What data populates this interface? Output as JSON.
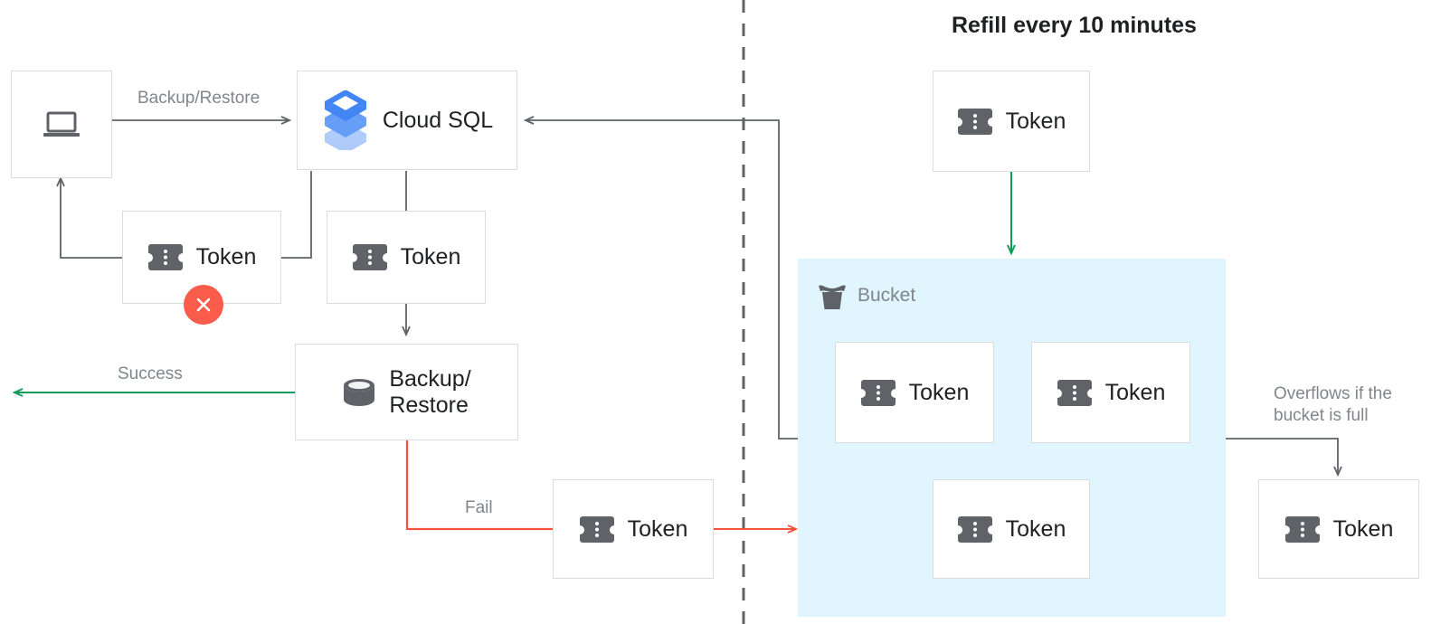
{
  "title": "Refill every 10 minutes",
  "colors": {
    "token_gray": "#5f6368",
    "box_border": "#dadce0",
    "arrow_gray": "#5f6368",
    "arrow_green": "#0f9d58",
    "arrow_red": "#f4523b",
    "bucket_fill": "#e1f5fe",
    "label_gray": "#80868b",
    "text_dark": "#202124",
    "fail_badge": "#fa5c4b",
    "cloudsql_blue_dark": "#4285f4",
    "cloudsql_blue_mid": "#669df6",
    "cloudsql_blue_light": "#aecbfa"
  },
  "nodes": {
    "client": {
      "label": "",
      "icon": "laptop-icon"
    },
    "cloud_sql": {
      "label": "Cloud SQL",
      "icon": "cloud-sql-icon"
    },
    "token_client": {
      "label": "Token",
      "icon": "token-icon",
      "status": "fail"
    },
    "token_sql": {
      "label": "Token",
      "icon": "token-icon"
    },
    "backup_restore": {
      "label": "Backup/\nRestore",
      "icon": "database-icon"
    },
    "token_fail": {
      "label": "Token",
      "icon": "token-icon"
    },
    "token_refill": {
      "label": "Token",
      "icon": "token-icon"
    },
    "token_bucket_1": {
      "label": "Token",
      "icon": "token-icon"
    },
    "token_bucket_2": {
      "label": "Token",
      "icon": "token-icon"
    },
    "token_bucket_3": {
      "label": "Token",
      "icon": "token-icon"
    },
    "token_overflow": {
      "label": "Token",
      "icon": "token-icon"
    }
  },
  "bucket": {
    "label": "Bucket",
    "icon": "bucket-icon"
  },
  "edge_labels": {
    "backup_restore": "Backup/Restore",
    "success": "Success",
    "fail": "Fail",
    "overflow": "Overflows if the\nbucket is full"
  },
  "badges": {
    "fail_cross": "close-icon"
  }
}
